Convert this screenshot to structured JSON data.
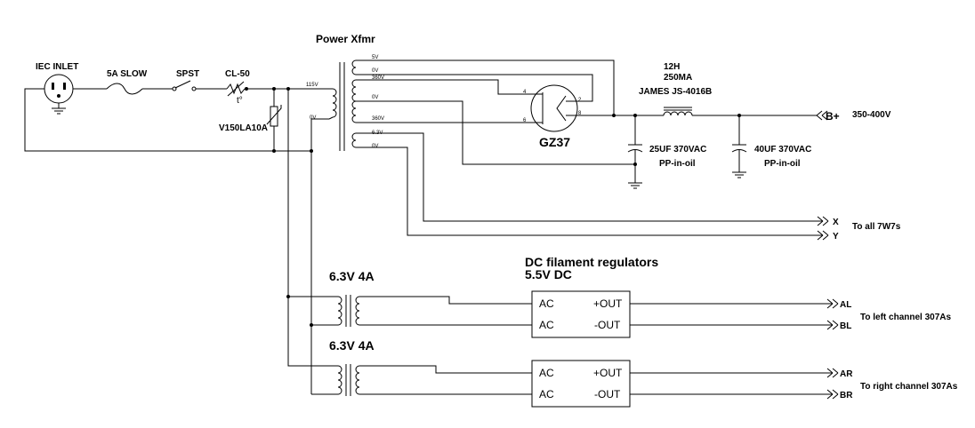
{
  "labels": {
    "iec_inlet": "IEC INLET",
    "fuse": "5A SLOW",
    "switch": "SPST",
    "ntc": "CL-50",
    "varistor": "V150LA10A",
    "power_xfmr": "Power Xfmr",
    "choke_value": "12H",
    "choke_current": "250MA",
    "choke_model": "JAMES JS-4016B",
    "rectifier": "GZ37",
    "cap1_value": "25UF 370VAC",
    "cap1_type": "PP-in-oil",
    "cap2_value": "40UF 370VAC",
    "cap2_type": "PP-in-oil",
    "bplus": "B+",
    "bplus_voltage": "350-400V",
    "x_out": "X",
    "y_out": "Y",
    "to_7w7": "To all 7W7s",
    "dc_reg_title": "DC filament regulators",
    "dc_reg_voltage": "5.5V DC",
    "fil_xfmr1": "6.3V 4A",
    "fil_xfmr2": "6.3V 4A",
    "reg1_ac_top": "AC",
    "reg1_ac_bot": "AC",
    "reg1_out_pos": "+OUT",
    "reg1_out_neg": "-OUT",
    "reg2_ac_top": "AC",
    "reg2_ac_bot": "AC",
    "reg2_out_pos": "+OUT",
    "reg2_out_neg": "-OUT",
    "al": "AL",
    "bl": "BL",
    "ar": "AR",
    "br": "BR",
    "to_left": "To left channel 307As",
    "to_right": "To right channel 307As",
    "xfmr_primary_top": "115V",
    "xfmr_primary_bot": "0V",
    "tap_5v": "5V",
    "tap_0v_a": "0V",
    "tap_360v_a": "360V",
    "tap_0v_b": "0V",
    "tap_360v_b": "360V",
    "tap_63v": "6.3V",
    "tap_0v_c": "0V",
    "pin_4": "4",
    "pin_2": "2",
    "pin_6": "6",
    "pin_8": "8",
    "thermistor_t": "t°"
  }
}
